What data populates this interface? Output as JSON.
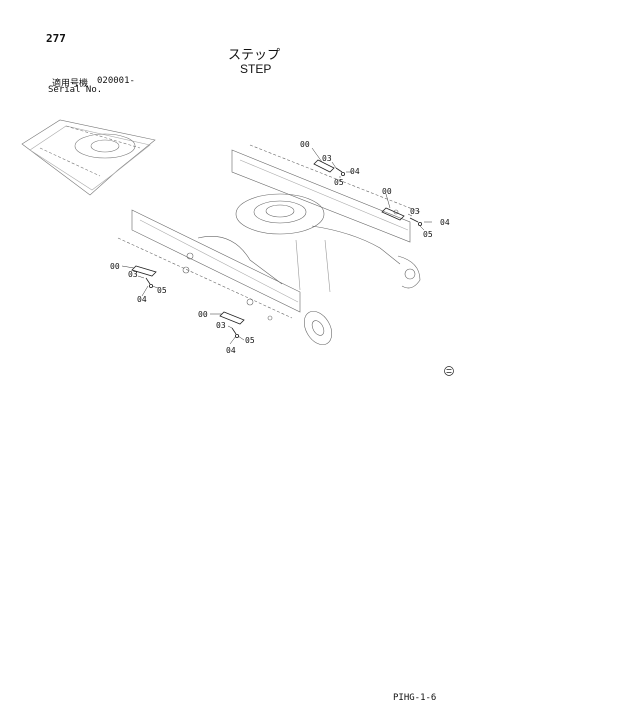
{
  "page_number": "277",
  "title_jp": "ステップ",
  "title_en": "STEP",
  "serial_label_jp": "適用号機",
  "serial_value": "020001-",
  "serial_label_en": "Serial No.",
  "footer_code": "PIHG-1-6",
  "callouts": {
    "g1": [
      "00",
      "03",
      "04",
      "05"
    ],
    "g2": [
      "00",
      "03",
      "04",
      "05"
    ],
    "g3": [
      "00",
      "03",
      "05",
      "04"
    ],
    "g4": [
      "00",
      "03",
      "05",
      "04"
    ]
  }
}
